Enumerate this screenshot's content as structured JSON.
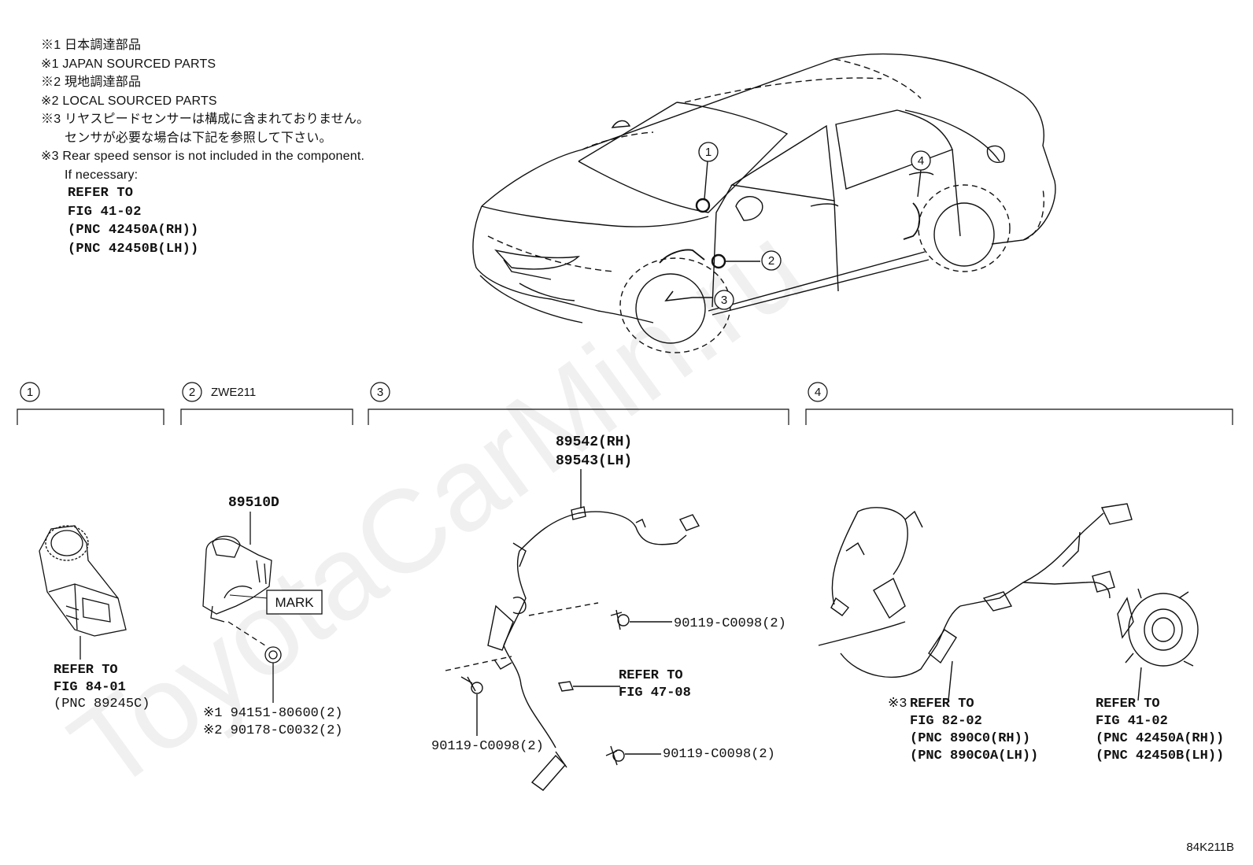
{
  "notes": {
    "n1_jp": "※1 日本調達部品",
    "n1_en": "※1 JAPAN SOURCED PARTS",
    "n2_jp": "※2 現地調達部品",
    "n2_en": "※2 LOCAL SOURCED PARTS",
    "n3_jp_a": "※3 リヤスピードセンサーは構成に含まれておりません。",
    "n3_jp_b": "センサが必要な場合は下記を参照して下さい。",
    "n3_en": "※3 Rear speed sensor is not included in the component.",
    "n3_if": "If necessary:",
    "ref1": "REFER TO",
    "ref2": "FIG 41-02",
    "ref3": "(PNC 42450A(RH))",
    "ref4": "(PNC 42450B(LH))"
  },
  "car_callouts": [
    "1",
    "2",
    "3",
    "4"
  ],
  "sections": {
    "s1": {
      "num": "1",
      "refer": "REFER TO",
      "fig": "FIG 84-01",
      "pnc": "(PNC 89245C)"
    },
    "s2": {
      "num": "2",
      "model": "ZWE211",
      "part": "89510D",
      "mark": "MARK",
      "bolt1": "※1 94151-80600(2)",
      "bolt2": "※2 90178-C0032(2)"
    },
    "s3": {
      "num": "3",
      "part_rh": "89542(RH)",
      "part_lh": "89543(LH)",
      "bolt_a": "90119-C0098(2)",
      "bolt_b": "90119-C0098(2)",
      "bolt_c": "90119-C0098(2)",
      "refer": "REFER TO",
      "fig": "FIG 47-08"
    },
    "s4": {
      "num": "4",
      "note_mark": "※3",
      "refer_a": "REFER TO",
      "fig_a": "FIG 82-02",
      "pnc_a1": "(PNC 890C0(RH))",
      "pnc_a2": "(PNC 890C0A(LH))",
      "refer_b": "REFER TO",
      "fig_b": "FIG 41-02",
      "pnc_b1": "(PNC 42450A(RH))",
      "pnc_b2": "(PNC 42450B(LH))"
    }
  },
  "watermark": "ToyotaCarMin.ru",
  "figure_code": "84K211B"
}
